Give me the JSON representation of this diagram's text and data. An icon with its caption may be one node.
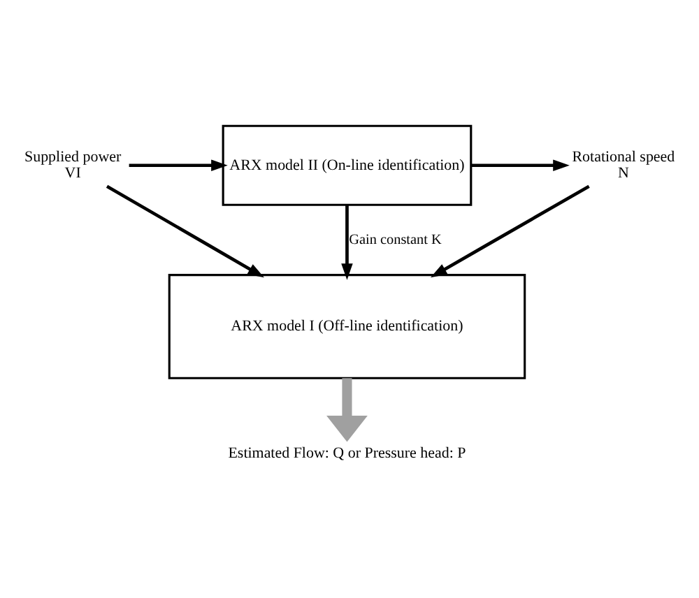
{
  "diagram": {
    "nodes": [
      {
        "text": [
          "Supplied power",
          "VI"
        ]
      },
      {
        "text": [
          "ARX model II (On-line identification)"
        ]
      },
      {
        "text": [
          "Rotational speed",
          "N"
        ]
      },
      {
        "text": [
          "ARX model I (Off-line identification)"
        ]
      },
      {
        "text": [
          "Estimated Flow: Q or Pressure head: P"
        ]
      }
    ],
    "edges": [
      {
        "from": 0,
        "to": 1,
        "arrow": "to"
      },
      {
        "from": 1,
        "to": 2,
        "arrow": "to"
      },
      {
        "from": 0,
        "to": 3,
        "arrow": "to"
      },
      {
        "from": 1,
        "to": 3,
        "arrow": "to",
        "label": "Gain constant K"
      },
      {
        "from": 2,
        "to": 3,
        "arrow": "to"
      },
      {
        "from": 3,
        "to": 4,
        "arrow": "to",
        "style": "thick",
        "color": "#a0a0a0"
      }
    ]
  }
}
